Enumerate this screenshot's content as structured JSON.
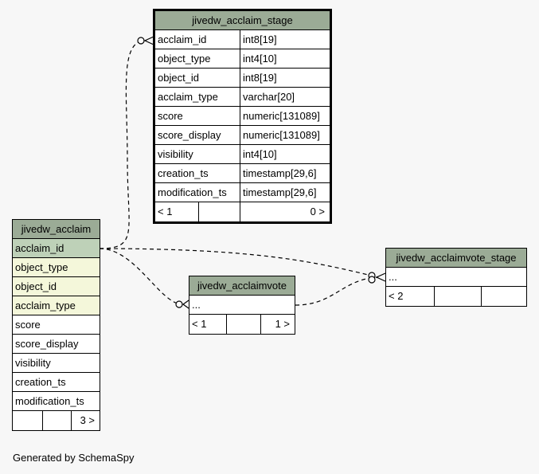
{
  "tables": {
    "stage": {
      "name": "jivedw_acclaim_stage",
      "columns": [
        {
          "name": "acclaim_id",
          "type": "int8[19]"
        },
        {
          "name": "object_type",
          "type": "int4[10]"
        },
        {
          "name": "object_id",
          "type": "int8[19]"
        },
        {
          "name": "acclaim_type",
          "type": "varchar[20]"
        },
        {
          "name": "score",
          "type": "numeric[131089]"
        },
        {
          "name": "score_display",
          "type": "numeric[131089]"
        },
        {
          "name": "visibility",
          "type": "int4[10]"
        },
        {
          "name": "creation_ts",
          "type": "timestamp[29,6]"
        },
        {
          "name": "modification_ts",
          "type": "timestamp[29,6]"
        }
      ],
      "footer": {
        "parents": "< 1",
        "rows": "",
        "children": "0 >"
      }
    },
    "acclaim": {
      "name": "jivedw_acclaim",
      "columns": [
        "acclaim_id",
        "object_type",
        "object_id",
        "acclaim_type",
        "score",
        "score_display",
        "visibility",
        "creation_ts",
        "modification_ts"
      ],
      "footer": {
        "parents": "",
        "rows": "",
        "children": "3 >"
      }
    },
    "acclaimvote": {
      "name": "jivedw_acclaimvote",
      "columns": [
        "..."
      ],
      "footer": {
        "parents": "< 1",
        "rows": "",
        "children": "1 >"
      }
    },
    "vote_stage": {
      "name": "jivedw_acclaimvote_stage",
      "columns": [
        "..."
      ],
      "footer": {
        "parents": "< 2",
        "rows": "",
        "children": ""
      }
    }
  },
  "colors": {
    "header": "#9bab96",
    "primary_key": "#bed1b8",
    "foreign_key": "#f4f7da",
    "background": "#f7f7f7"
  },
  "generated_by": "Generated by SchemaSpy"
}
